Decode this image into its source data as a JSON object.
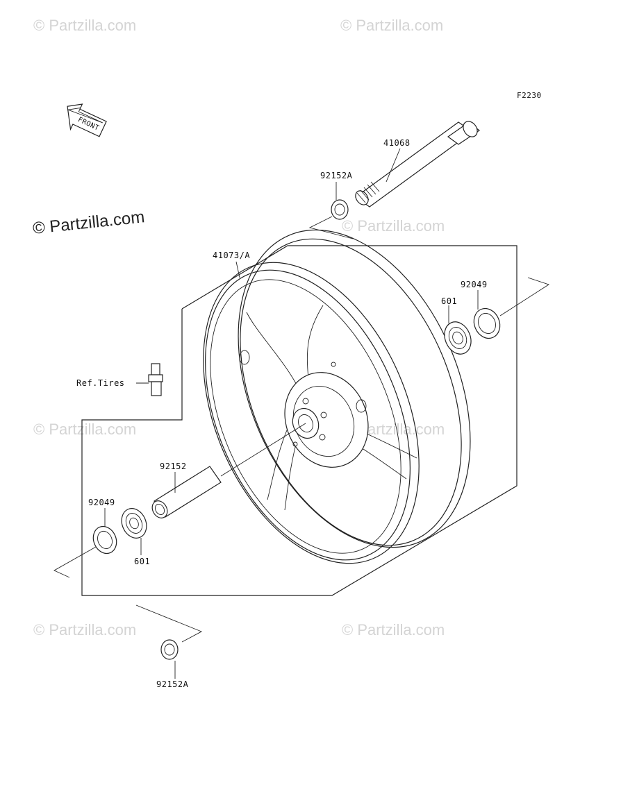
{
  "figure_code": "F2230",
  "watermarks": {
    "main": "© Partzilla.com",
    "faint": "© Partzilla.com"
  },
  "front_arrow": {
    "label": "FRONT"
  },
  "parts": {
    "axle": "41068",
    "collar_upper": "92152A",
    "collar_lower": "92152A",
    "wheel": "41073/A",
    "valve": "Ref.Tires",
    "oil_seal_right": "92049",
    "bearing_right": "601",
    "distance_collar": "92152",
    "oil_seal_left": "92049",
    "bearing_left": "601"
  }
}
